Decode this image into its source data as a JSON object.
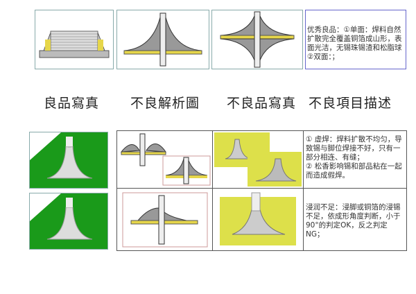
{
  "headers": [
    "良品寫真",
    "不良解析圖",
    "不良品寫真",
    "不良項目描述"
  ],
  "rows": [
    {
      "description": "优秀良品：①单面：焊料自然扩散完全覆盖铜箔成山形，表面光洁，无锡珠锡渣和松脂球②双面：；"
    },
    {
      "description": "① 虚焊：焊料扩散不均匀，导致锡与脚位焊接不好，只有一部分相连、有缝；\n② 松香影响锡和部品粘在一起而造成假焊。"
    },
    {
      "description": "浸润不足：浸脚或铜箔的浸锡不足，依成形角度判断，小于90°的判定OK，反之判定NG；"
    }
  ]
}
